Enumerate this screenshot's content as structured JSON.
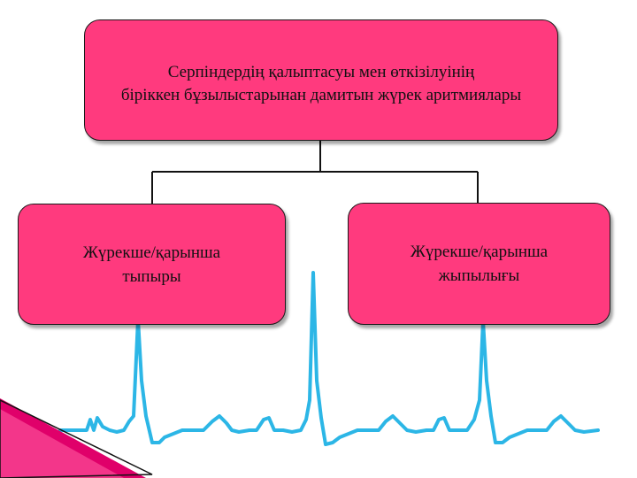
{
  "diagram": {
    "root": {
      "line1": "Серпіндердің қалыптасуы мен өткізілуінің",
      "line2": "біріккен бұзылыстарынан дамитын жүрек аритмиялары"
    },
    "children": [
      {
        "line1": "Жүрекше/қарынша",
        "line2": "тыпыры"
      },
      {
        "line1": "Жүрекше/қарынша",
        "line2": "жыпылығы"
      }
    ]
  },
  "colors": {
    "box_fill": "#ff3a7e",
    "ecg_stroke": "#2cb6e6",
    "accent_corner": "#e0006a",
    "connector": "#111111"
  },
  "decorations": {
    "background_motif": "ecg-waveform",
    "corner_motif": "pink-wedge"
  }
}
